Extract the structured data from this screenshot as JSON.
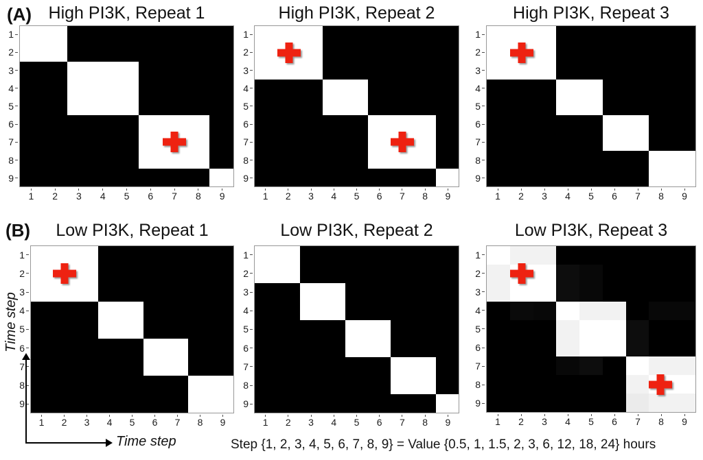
{
  "figure": {
    "panel_a_label": "(A)",
    "panel_b_label": "(B)",
    "x_axis_label": "Time step",
    "y_axis_label": "Time step",
    "caption": "Step {1, 2, 3, 4, 5, 6, 7, 8, 9} = Value {0.5, 1, 1.5, 2, 3, 6, 12, 18, 24} hours",
    "step_values_hours": [
      0.5,
      1,
      1.5,
      2,
      3,
      6,
      12,
      18,
      24
    ],
    "tick_labels": [
      "1",
      "2",
      "3",
      "4",
      "5",
      "6",
      "7",
      "8",
      "9"
    ],
    "marker_color": "#ee2211",
    "cell_on_color": "#ffffff",
    "cell_off_color": "#000000"
  },
  "chart_data": [
    {
      "type": "heatmap",
      "panel": "A",
      "title": "High PI3K, Repeat 1",
      "x_ticks": [
        1,
        2,
        3,
        4,
        5,
        6,
        7,
        8,
        9
      ],
      "y_ticks": [
        1,
        2,
        3,
        4,
        5,
        6,
        7,
        8,
        9
      ],
      "matrix": [
        [
          1,
          1,
          0,
          0,
          0,
          0,
          0,
          0,
          0
        ],
        [
          1,
          1,
          0,
          0,
          0,
          0,
          0,
          0,
          0
        ],
        [
          0,
          0,
          1,
          1,
          1,
          0,
          0,
          0,
          0
        ],
        [
          0,
          0,
          1,
          1,
          1,
          0,
          0,
          0,
          0
        ],
        [
          0,
          0,
          1,
          1,
          1,
          0,
          0,
          0,
          0
        ],
        [
          0,
          0,
          0,
          0,
          0,
          1,
          1,
          1,
          0
        ],
        [
          0,
          0,
          0,
          0,
          0,
          1,
          1,
          1,
          0
        ],
        [
          0,
          0,
          0,
          0,
          0,
          1,
          1,
          1,
          0
        ],
        [
          0,
          0,
          0,
          0,
          0,
          0,
          0,
          0,
          1
        ]
      ],
      "markers": [
        {
          "row": 7,
          "col": 7
        }
      ]
    },
    {
      "type": "heatmap",
      "panel": "A",
      "title": "High PI3K, Repeat 2",
      "x_ticks": [
        1,
        2,
        3,
        4,
        5,
        6,
        7,
        8,
        9
      ],
      "y_ticks": [
        1,
        2,
        3,
        4,
        5,
        6,
        7,
        8,
        9
      ],
      "matrix": [
        [
          1,
          1,
          1,
          0,
          0,
          0,
          0,
          0,
          0
        ],
        [
          1,
          1,
          1,
          0,
          0,
          0,
          0,
          0,
          0
        ],
        [
          1,
          1,
          1,
          0,
          0,
          0,
          0,
          0,
          0
        ],
        [
          0,
          0,
          0,
          1,
          1,
          0,
          0,
          0,
          0
        ],
        [
          0,
          0,
          0,
          1,
          1,
          0,
          0,
          0,
          0
        ],
        [
          0,
          0,
          0,
          0,
          0,
          1,
          1,
          1,
          0
        ],
        [
          0,
          0,
          0,
          0,
          0,
          1,
          1,
          1,
          0
        ],
        [
          0,
          0,
          0,
          0,
          0,
          1,
          1,
          1,
          0
        ],
        [
          0,
          0,
          0,
          0,
          0,
          0,
          0,
          0,
          1
        ]
      ],
      "markers": [
        {
          "row": 2,
          "col": 2
        },
        {
          "row": 7,
          "col": 7
        }
      ]
    },
    {
      "type": "heatmap",
      "panel": "A",
      "title": "High PI3K, Repeat 3",
      "x_ticks": [
        1,
        2,
        3,
        4,
        5,
        6,
        7,
        8,
        9
      ],
      "y_ticks": [
        1,
        2,
        3,
        4,
        5,
        6,
        7,
        8,
        9
      ],
      "matrix": [
        [
          1,
          1,
          1,
          0,
          0,
          0,
          0,
          0,
          0
        ],
        [
          1,
          1,
          1,
          0,
          0,
          0,
          0,
          0,
          0
        ],
        [
          1,
          1,
          1,
          0,
          0,
          0,
          0,
          0,
          0
        ],
        [
          0,
          0,
          0,
          1,
          1,
          0,
          0,
          0,
          0
        ],
        [
          0,
          0,
          0,
          1,
          1,
          0,
          0,
          0,
          0
        ],
        [
          0,
          0,
          0,
          0,
          0,
          1,
          1,
          0,
          0
        ],
        [
          0,
          0,
          0,
          0,
          0,
          1,
          1,
          0,
          0
        ],
        [
          0,
          0,
          0,
          0,
          0,
          0,
          0,
          1,
          1
        ],
        [
          0,
          0,
          0,
          0,
          0,
          0,
          0,
          1,
          1
        ]
      ],
      "markers": [
        {
          "row": 2,
          "col": 2
        }
      ]
    },
    {
      "type": "heatmap",
      "panel": "B",
      "title": "Low PI3K, Repeat 1",
      "x_ticks": [
        1,
        2,
        3,
        4,
        5,
        6,
        7,
        8,
        9
      ],
      "y_ticks": [
        1,
        2,
        3,
        4,
        5,
        6,
        7,
        8,
        9
      ],
      "matrix": [
        [
          1,
          1,
          1,
          0,
          0,
          0,
          0,
          0,
          0
        ],
        [
          1,
          1,
          1,
          0,
          0,
          0,
          0,
          0,
          0
        ],
        [
          1,
          1,
          1,
          0,
          0,
          0,
          0,
          0,
          0
        ],
        [
          0,
          0,
          0,
          1,
          1,
          0,
          0,
          0,
          0
        ],
        [
          0,
          0,
          0,
          1,
          1,
          0,
          0,
          0,
          0
        ],
        [
          0,
          0,
          0,
          0,
          0,
          1,
          1,
          0,
          0
        ],
        [
          0,
          0,
          0,
          0,
          0,
          1,
          1,
          0,
          0
        ],
        [
          0,
          0,
          0,
          0,
          0,
          0,
          0,
          1,
          1
        ],
        [
          0,
          0,
          0,
          0,
          0,
          0,
          0,
          1,
          1
        ]
      ],
      "markers": [
        {
          "row": 2,
          "col": 2
        }
      ]
    },
    {
      "type": "heatmap",
      "panel": "B",
      "title": "Low PI3K, Repeat 2",
      "x_ticks": [
        1,
        2,
        3,
        4,
        5,
        6,
        7,
        8,
        9
      ],
      "y_ticks": [
        1,
        2,
        3,
        4,
        5,
        6,
        7,
        8,
        9
      ],
      "matrix": [
        [
          1,
          1,
          0,
          0,
          0,
          0,
          0,
          0,
          0
        ],
        [
          1,
          1,
          0,
          0,
          0,
          0,
          0,
          0,
          0
        ],
        [
          0,
          0,
          1,
          1,
          0,
          0,
          0,
          0,
          0
        ],
        [
          0,
          0,
          1,
          1,
          0,
          0,
          0,
          0,
          0
        ],
        [
          0,
          0,
          0,
          0,
          1,
          1,
          0,
          0,
          0
        ],
        [
          0,
          0,
          0,
          0,
          1,
          1,
          0,
          0,
          0
        ],
        [
          0,
          0,
          0,
          0,
          0,
          0,
          1,
          1,
          0
        ],
        [
          0,
          0,
          0,
          0,
          0,
          0,
          1,
          1,
          0
        ],
        [
          0,
          0,
          0,
          0,
          0,
          0,
          0,
          0,
          1
        ]
      ],
      "markers": []
    },
    {
      "type": "heatmap",
      "panel": "B",
      "title": "Low PI3K, Repeat 3",
      "x_ticks": [
        1,
        2,
        3,
        4,
        5,
        6,
        7,
        8,
        9
      ],
      "y_ticks": [
        1,
        2,
        3,
        4,
        5,
        6,
        7,
        8,
        9
      ],
      "matrix": [
        [
          1,
          0.95,
          0.95,
          0,
          0,
          0,
          0,
          0,
          0
        ],
        [
          0.95,
          1,
          1,
          0.05,
          0.03,
          0,
          0,
          0,
          0
        ],
        [
          0.95,
          1,
          1,
          0.05,
          0.03,
          0,
          0,
          0,
          0
        ],
        [
          0,
          0.04,
          0.03,
          1,
          0.95,
          0.95,
          0,
          0.03,
          0.03
        ],
        [
          0,
          0,
          0,
          0.95,
          1,
          1,
          0.05,
          0,
          0
        ],
        [
          0,
          0,
          0,
          0.95,
          1,
          1,
          0.05,
          0,
          0
        ],
        [
          0,
          0,
          0,
          0.03,
          0.05,
          0,
          1,
          0.95,
          0.95
        ],
        [
          0,
          0,
          0,
          0,
          0,
          0,
          0.95,
          1,
          1
        ],
        [
          0,
          0,
          0,
          0,
          0,
          0,
          0.92,
          0.95,
          0.95
        ]
      ],
      "markers": [
        {
          "row": 2,
          "col": 2
        },
        {
          "row": 8,
          "col": 8
        }
      ]
    }
  ]
}
